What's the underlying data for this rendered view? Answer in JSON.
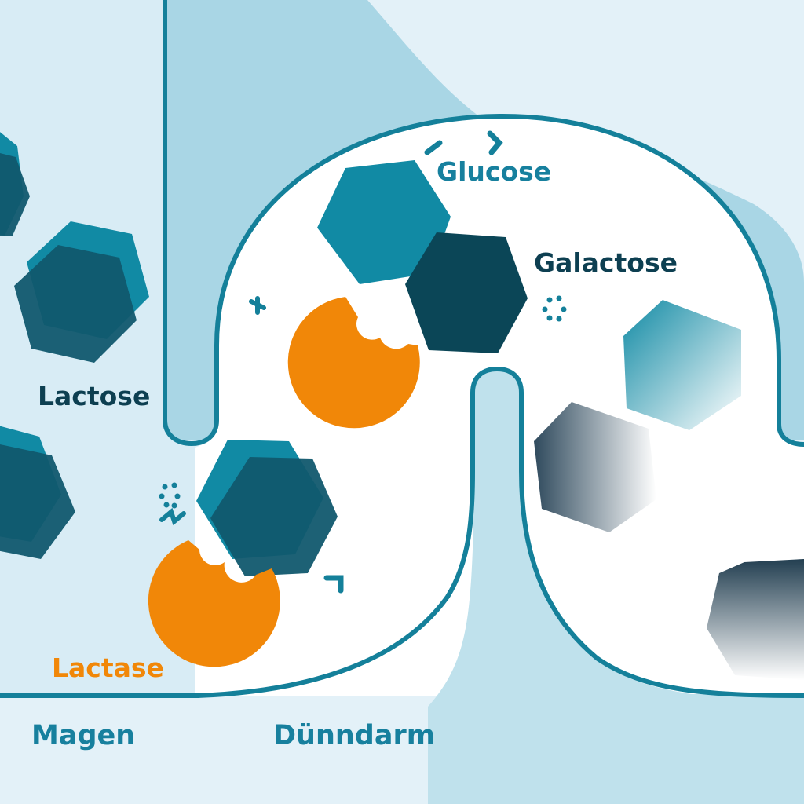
{
  "labels": {
    "lactose": "Lactose",
    "lactase": "Lactase",
    "glucose": "Glucose",
    "galactose": "Galactose",
    "stomach": "Magen",
    "small_intestine": "Dünndarm"
  },
  "colors": {
    "background": "#e3f1f8",
    "light_fill": "#a9d6e5",
    "outline": "#14809a",
    "teal": "#118aa4",
    "dark_teal": "#11596e",
    "navy": "#0b4657",
    "orange": "#f18708",
    "label_dark": "#0d3f51",
    "label_teal": "#17809e"
  }
}
